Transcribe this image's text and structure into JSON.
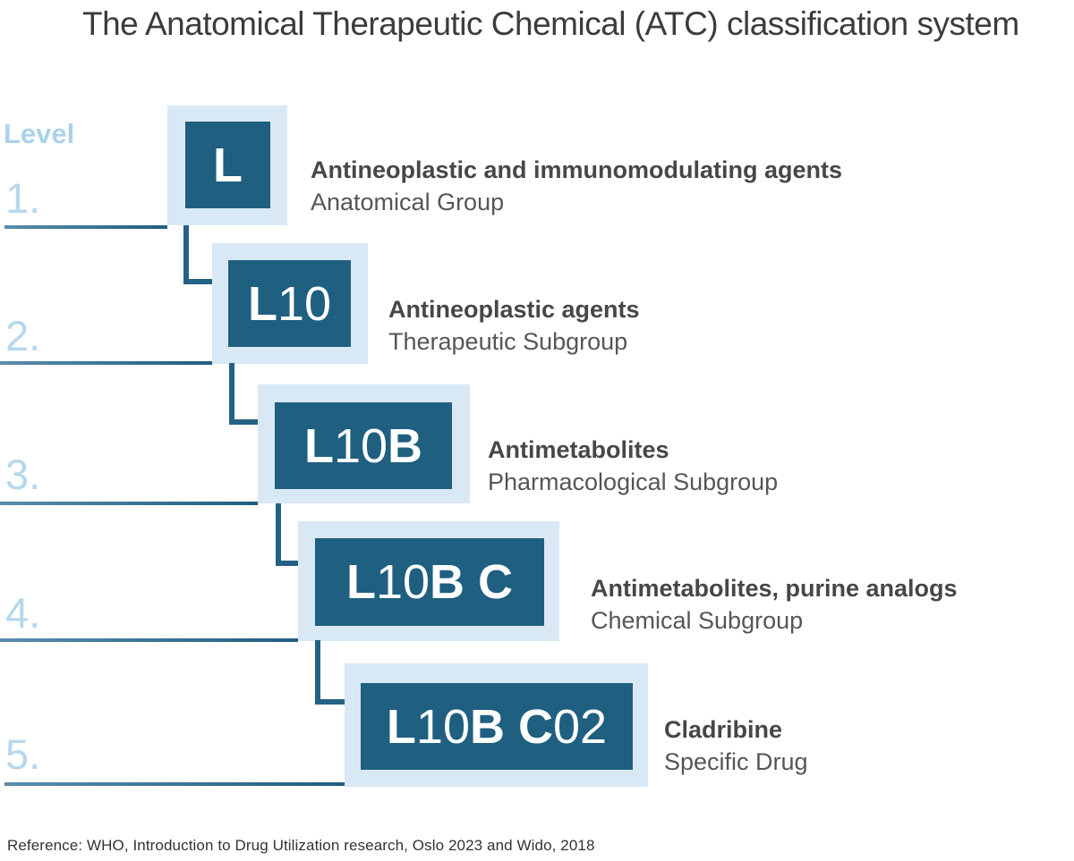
{
  "title": "The Anatomical Therapeutic Chemical (ATC) classification system",
  "level_label": "Level",
  "reference": "Reference: WHO, Introduction to Drug Utilization research, Oslo 2023 and Wido, 2018",
  "colors": {
    "dark_blue_box": "#1f5f80",
    "light_blue_box": "#d9e8f5",
    "pale_blue_text": "#b5d8ec",
    "line_blue": "#2d6a8c",
    "text_bold": "#474747",
    "text_regular": "#565656"
  },
  "levels": [
    {
      "number": "1.",
      "code": "L",
      "segments": [
        {
          "text": "L",
          "bold": true
        }
      ],
      "name": "Antineoplastic and immunomodulating agents",
      "category": "Anatomical Group"
    },
    {
      "number": "2.",
      "code": "L10",
      "segments": [
        {
          "text": "L",
          "bold": true
        },
        {
          "text": "10",
          "bold": false
        }
      ],
      "name": "Antineoplastic agents",
      "category": "Therapeutic Subgroup"
    },
    {
      "number": "3.",
      "code": "L10B",
      "segments": [
        {
          "text": "L",
          "bold": true
        },
        {
          "text": "10",
          "bold": false
        },
        {
          "text": "B",
          "bold": true
        }
      ],
      "name": "Antimetabolites",
      "category": "Pharmacological Subgroup"
    },
    {
      "number": "4.",
      "code": "L10B C",
      "segments": [
        {
          "text": "L",
          "bold": true
        },
        {
          "text": "10",
          "bold": false
        },
        {
          "text": "B",
          "bold": true
        },
        {
          "text": " C",
          "bold": true
        }
      ],
      "name": "Antimetabolites, purine analogs",
      "category": "Chemical Subgroup"
    },
    {
      "number": "5.",
      "code": "L10B C02",
      "segments": [
        {
          "text": "L",
          "bold": true
        },
        {
          "text": "10",
          "bold": false
        },
        {
          "text": "B",
          "bold": true
        },
        {
          "text": " C",
          "bold": true
        },
        {
          "text": "02",
          "bold": false
        }
      ],
      "name": "Cladribine",
      "category": "Specific Drug"
    }
  ]
}
